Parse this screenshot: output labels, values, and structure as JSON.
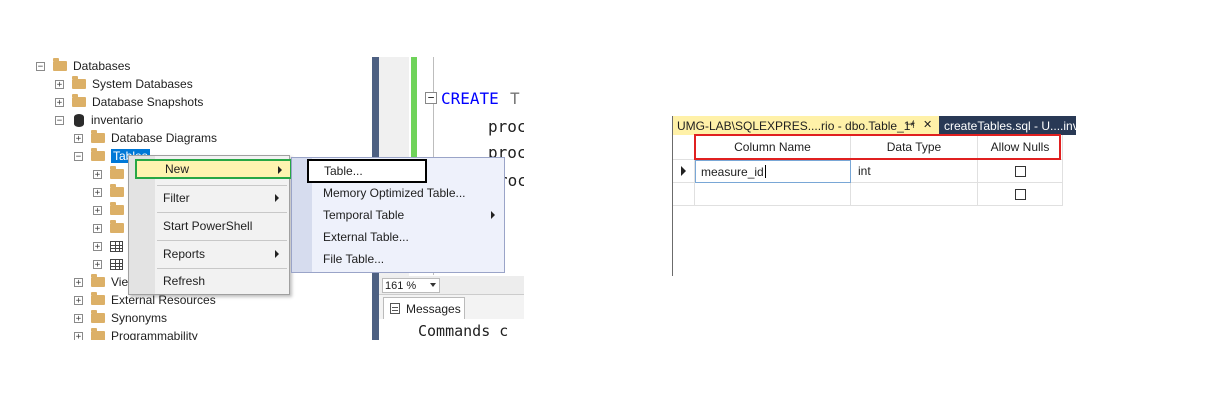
{
  "object_explorer": {
    "items": [
      {
        "label": "Databases",
        "expander": "−",
        "icon": "folder"
      },
      {
        "label": "System Databases",
        "expander": "+",
        "icon": "folder"
      },
      {
        "label": "Database Snapshots",
        "expander": "+",
        "icon": "folder"
      },
      {
        "label": "inventario",
        "expander": "−",
        "icon": "database"
      },
      {
        "label": "Database Diagrams",
        "expander": "+",
        "icon": "folder"
      },
      {
        "label": "Tables",
        "expander": "−",
        "icon": "folder"
      },
      {
        "label": "Views",
        "expander": "+",
        "icon": "folder"
      },
      {
        "label": "External Resources",
        "expander": "+",
        "icon": "folder"
      },
      {
        "label": "Synonyms",
        "expander": "+",
        "icon": "folder"
      },
      {
        "label": "Programmability",
        "expander": "+",
        "icon": "folder"
      }
    ],
    "hidden_children_expander": "+"
  },
  "editor": {
    "keyword": "CREATE",
    "line_2": "proc",
    "line_3": "proc",
    "line_4": "roc",
    "collapse_glyph": "−",
    "zoom_value": "161 %",
    "messages_tab": "Messages",
    "messages_text": "Commands c"
  },
  "context_menu": {
    "items": [
      "New",
      "Filter",
      "Start PowerShell",
      "Reports",
      "Refresh"
    ]
  },
  "submenu_new": {
    "items": [
      "Table...",
      "Memory Optimized Table...",
      "Temporal Table",
      "External Table...",
      "File Table..."
    ]
  },
  "designer": {
    "active_tab": "UMG-LAB\\SQLEXPRES....rio - dbo.Table_1*",
    "pin_glyph": "⊣",
    "close_glyph": "✕",
    "inactive_tab": "createTables.sql - U....inve",
    "columns": [
      "Column Name",
      "Data Type",
      "Allow Nulls"
    ],
    "rows": [
      {
        "column_name": "measure_id",
        "data_type": "int"
      }
    ]
  },
  "colors": {
    "selection": "#0078d7",
    "green_highlight": "#28a745",
    "red_highlight": "#e02020",
    "tab_active": "#fff1a8",
    "tabbar": "#293955"
  }
}
